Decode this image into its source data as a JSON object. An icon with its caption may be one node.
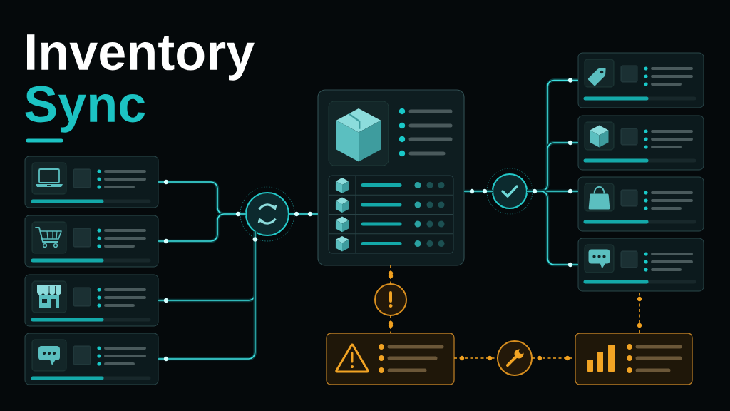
{
  "diagram": {
    "title": "Inventory Sync",
    "nodes": [
      {
        "text": [],
        "shape": "box"
      },
      {
        "text": [],
        "shape": "box"
      },
      {
        "text": [],
        "shape": "box"
      },
      {
        "text": [],
        "shape": "box"
      },
      {
        "text": [],
        "shape": "circle"
      },
      {
        "text": [],
        "shape": "box"
      },
      {
        "text": [],
        "shape": "circle"
      },
      {
        "text": [],
        "shape": "box"
      },
      {
        "text": [],
        "shape": "box"
      },
      {
        "text": [],
        "shape": "box"
      },
      {
        "text": [],
        "shape": "box"
      },
      {
        "text": [],
        "shape": "circle"
      },
      {
        "text": [],
        "shape": "box"
      },
      {
        "text": [],
        "shape": "circle"
      },
      {
        "text": [],
        "shape": "box"
      }
    ],
    "edges": [
      {
        "from": 0,
        "to": 4,
        "arrow": "none"
      },
      {
        "from": 1,
        "to": 4,
        "arrow": "none"
      },
      {
        "from": 2,
        "to": 4,
        "arrow": "none"
      },
      {
        "from": 3,
        "to": 4,
        "arrow": "none"
      },
      {
        "from": 4,
        "to": 5,
        "arrow": "none"
      },
      {
        "from": 5,
        "to": 6,
        "arrow": "none"
      },
      {
        "from": 6,
        "to": 7,
        "arrow": "none"
      },
      {
        "from": 6,
        "to": 8,
        "arrow": "none"
      },
      {
        "from": 6,
        "to": 9,
        "arrow": "none"
      },
      {
        "from": 6,
        "to": 10,
        "arrow": "none"
      },
      {
        "from": 5,
        "to": 11,
        "arrow": "none",
        "style": "dashed",
        "color": "#f0a020"
      },
      {
        "from": 11,
        "to": 12,
        "arrow": "none",
        "style": "dashed",
        "color": "#f0a020"
      },
      {
        "from": 12,
        "to": 13,
        "arrow": "none",
        "style": "dashed",
        "color": "#f0a020"
      },
      {
        "from": 13,
        "to": 14,
        "arrow": "none",
        "style": "dashed",
        "color": "#f0a020"
      },
      {
        "from": 14,
        "to": 10,
        "arrow": "none",
        "style": "dashed",
        "color": "#f0a020"
      }
    ]
  }
}
